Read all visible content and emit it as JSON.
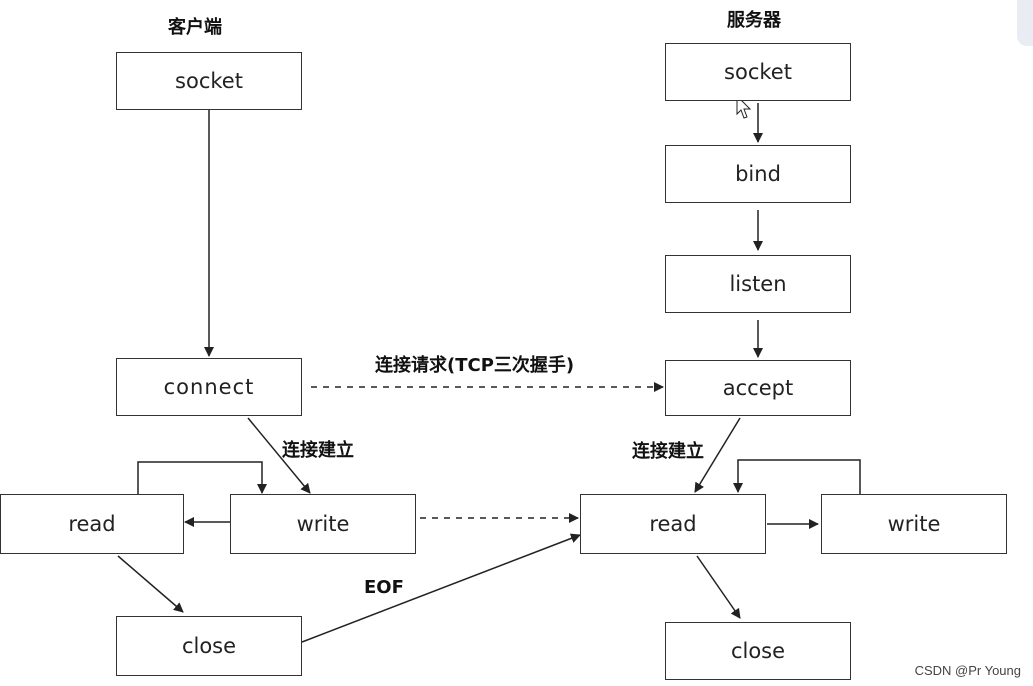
{
  "headers": {
    "client": "客户端",
    "server": "服务器"
  },
  "client": {
    "socket": "socket",
    "connect": "connect",
    "read": "read",
    "write": "write",
    "close": "close"
  },
  "server": {
    "socket": "socket",
    "bind": "bind",
    "listen": "listen",
    "accept": "accept",
    "read": "read",
    "write": "write",
    "close": "close"
  },
  "edge_labels": {
    "handshake": "连接请求(TCP三次握手)",
    "client_established": "连接建立",
    "server_established": "连接建立",
    "eof": "EOF"
  },
  "watermark": "CSDN @Pr Young",
  "colors": {
    "line": "#222222",
    "box_border": "#333333"
  }
}
